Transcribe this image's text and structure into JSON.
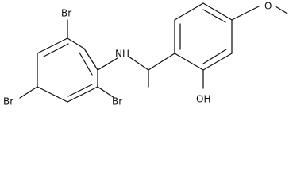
{
  "molecule": {
    "atoms": {
      "br_top": "Br",
      "br_left": "Br",
      "br_right": "Br",
      "nh": "NH",
      "oh": "OH",
      "o_methoxy": "O"
    }
  }
}
